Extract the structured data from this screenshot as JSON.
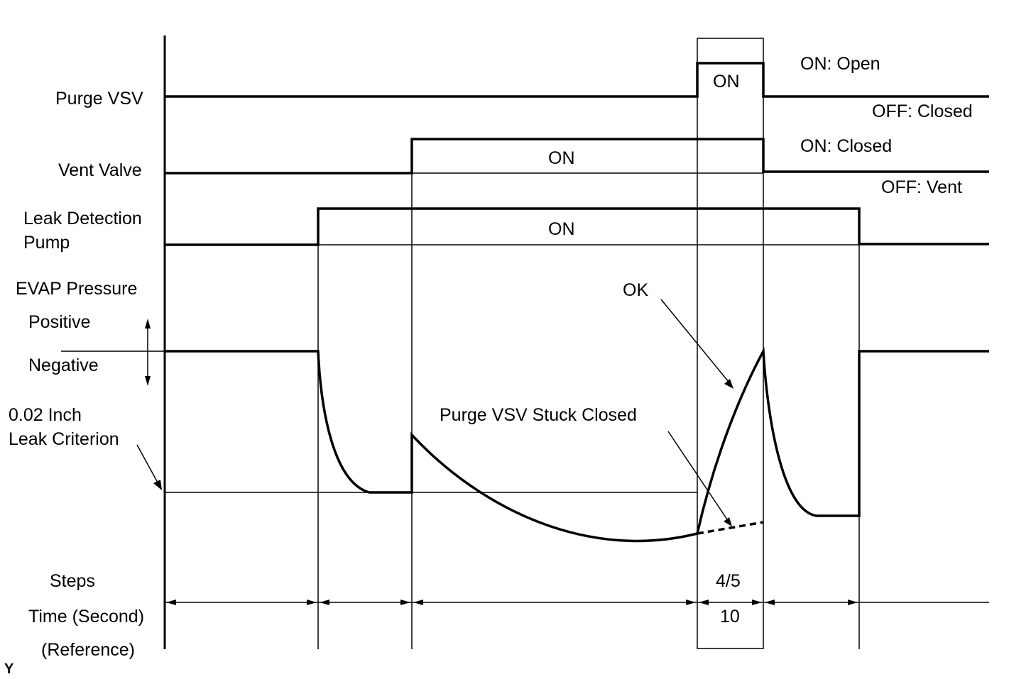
{
  "figure": {
    "id_mark": "Y"
  },
  "signals": {
    "purge_vsv": {
      "label": "Purge VSV",
      "on_text": "ON",
      "legend_on": "ON: Open",
      "legend_off": "OFF: Closed"
    },
    "vent_valve": {
      "label": "Vent Valve",
      "on_text": "ON",
      "legend_on": "ON: Closed",
      "legend_off": "OFF: Vent"
    },
    "leak_pump": {
      "label_line1": "Leak Detection",
      "label_line2": "Pump",
      "on_text": "ON"
    }
  },
  "pressure": {
    "title": "EVAP Pressure",
    "positive": "Positive",
    "negative": "Negative",
    "criterion_line1": "0.02 Inch",
    "criterion_line2": "Leak Criterion",
    "ok_label": "OK",
    "stuck_label": "Purge VSV Stuck Closed"
  },
  "timeline": {
    "steps_label": "Steps",
    "time_label": "Time (Second)",
    "reference_label": "(Reference)",
    "step_value": "4/5",
    "time_value": "10"
  }
}
